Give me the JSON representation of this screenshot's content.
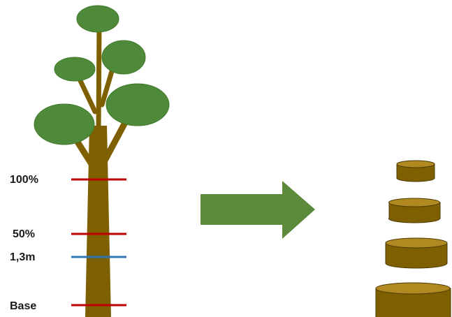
{
  "labels": {
    "top": "100%",
    "mid": "50%",
    "dbh": "1,3m",
    "base": "Base"
  },
  "colors": {
    "trunk": "#7f6000",
    "foliage": "#4f8a3a",
    "foliage_edge": "#3f7a2a",
    "arrow": "#5a8a3a",
    "red_marker": "#c00000",
    "blue_marker": "#2e75b6",
    "disc_top": "#b08a20",
    "disc_side": "#7f6000",
    "disc_edge": "#4d3a00"
  }
}
